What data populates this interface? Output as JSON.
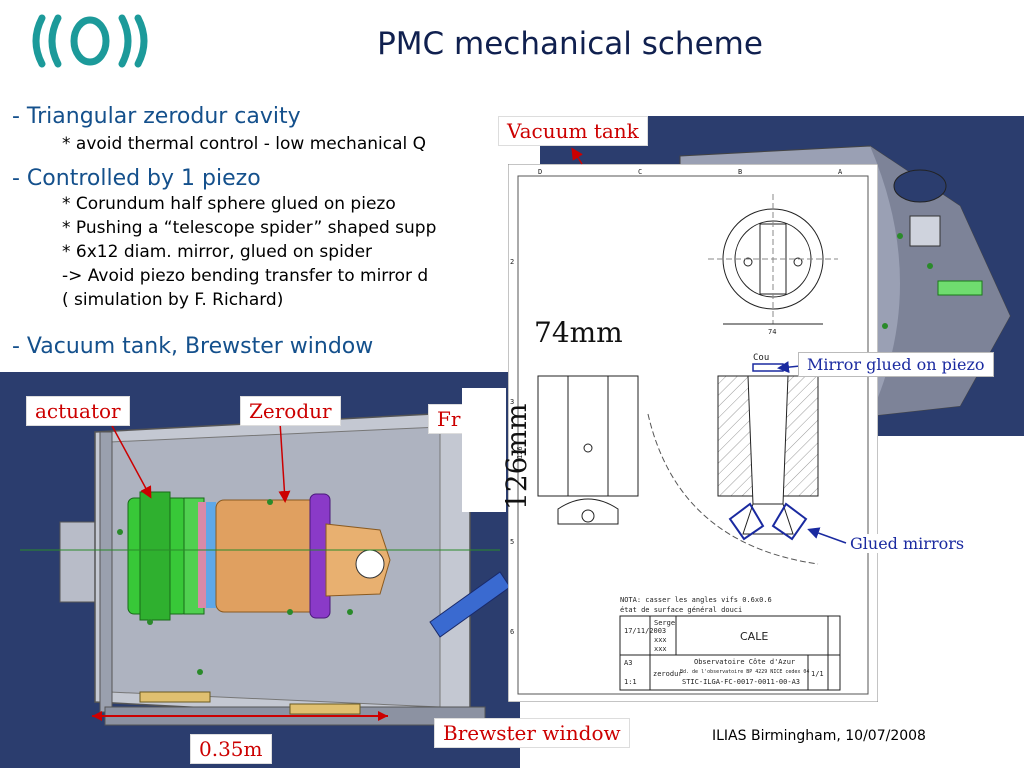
{
  "slide": {
    "title": "PMC mechanical scheme",
    "footer": "ILIAS Birmingham, 10/07/2008",
    "logo_color": "#1c9a9a",
    "title_color": "#10204f",
    "bullet_color": "#14508c"
  },
  "bullets": [
    {
      "text": "- Triangular zerodur cavity",
      "subs": [
        "* avoid thermal control -  low mechanical Q"
      ]
    },
    {
      "text": "- Controlled by 1 piezo",
      "subs": [
        "* Corundum half sphere glued on piezo",
        "* Pushing a “telescope spider” shaped supp",
        "* 6x12 diam. mirror, glued on spider",
        "-> Avoid piezo bending transfer to mirror d",
        "( simulation by F. Richard)"
      ]
    },
    {
      "text": "- Vacuum tank, Brewster window",
      "subs": []
    }
  ],
  "labels": {
    "vacuum_tank": "Vacuum tank",
    "actuator": "actuator",
    "zerodur": "Zerodur",
    "front_partial": "Fr",
    "dim_74": "74mm",
    "dim_126": "126mm",
    "mirror_glued": "Mirror glued on piezo",
    "glued_mirrors": "Glued mirrors",
    "brewster_window": "Brewster window",
    "dim_035": "0.35m"
  },
  "drawing": {
    "part_label": "Cou",
    "dim_label": "74",
    "note_line1": "NOTA: casser les angles vifs 0.6x0.6",
    "note_line2": "état de surface général douci",
    "tb_name": "Serge",
    "tb_date": "17/11/2003",
    "tb_xxx1": "xxx",
    "tb_xxx2": "xxx",
    "tb_format": "A3",
    "tb_scale": "1:1",
    "tb_material": "zerodur",
    "tb_part": "CALE",
    "tb_org1": "Observatoire Côte d'Azur",
    "tb_org2": "Bd. de l'observatoire BP 4229 NICE cedex 04",
    "tb_ref": "STIC-ILGA-FC-0017-0011-00-A3",
    "tb_sheet": "1/1"
  }
}
